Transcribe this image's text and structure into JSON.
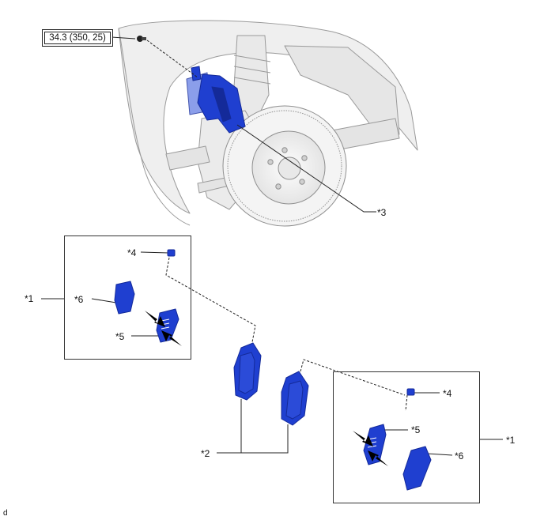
{
  "torque_spec": "34.3 (350, 25)",
  "callouts": {
    "c1_left": "*1",
    "c1_right": "*1",
    "c2": "*2",
    "c3": "*3",
    "c4_left": "*4",
    "c4_right": "*4",
    "c5_left": "*5",
    "c5_right": "*5",
    "c6_left": "*6",
    "c6_right": "*6"
  },
  "figure_code": "d",
  "colors": {
    "part_blue": "#1f3fd0",
    "part_blue_dark": "#142a99",
    "part_blue_light": "#6f86e6",
    "line": "#222222",
    "gray_fill": "#efefef",
    "gray_stroke": "#9a9a9a"
  },
  "icons": {
    "press_arrow": "black-press-arrow-icon"
  }
}
